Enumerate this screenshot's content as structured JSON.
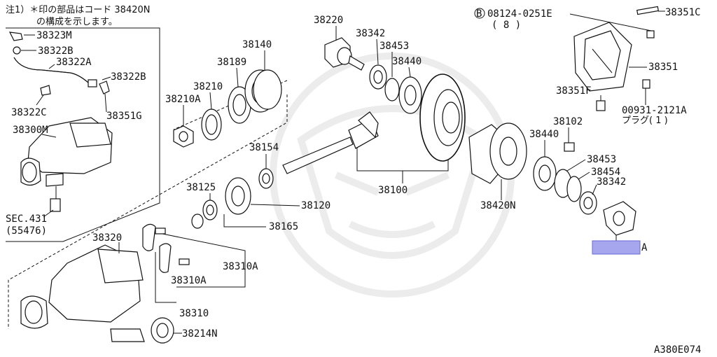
{
  "note": {
    "line1": "注1）＊印の部品はコード 38420N",
    "line2": "の構成を示します。"
  },
  "labels": {
    "p38323M": "38323M",
    "p38322B_a": "38322B",
    "p38322A": "38322A",
    "p38322B_b": "38322B",
    "p38322C": "38322C",
    "p38351G": "38351G",
    "p38300M": "38300M",
    "sec_a": "SEC.431",
    "sec_b": "(55476)",
    "p38220": "38220",
    "p38342_top": "38342",
    "p38453_top": "38453",
    "p38440_top": "38440",
    "p38140": "38140",
    "p38189": "38189",
    "p38210": "38210",
    "p38210A": "38210A",
    "p38154": "38154",
    "p38100": "38100",
    "p38125": "38125",
    "p38120": "38120",
    "p38165": "38165",
    "p38320": "38320",
    "p38310A_a": "38310A",
    "p38310A_b": "38310A",
    "p38310": "38310",
    "p38214N": "38214N",
    "bolt_code": "08124-0251E",
    "bolt_circle": "B",
    "bolt_qty": "( 8 )",
    "p38351C": "38351C",
    "p38351": "38351",
    "p38351F": "38351F",
    "plug_code": "00931-2121A",
    "plug_name": "プラグ( 1 )",
    "p38102": "38102",
    "p38440_right": "38440",
    "p38453_right": "38453",
    "p38454": "38454",
    "p38342_right": "38342",
    "p38420N": "38420N",
    "marker_a": "A",
    "figure_code": "A380E074"
  },
  "colors": {
    "highlight_fill": "#a6a6ef",
    "highlight_stroke": "#6b6bd6",
    "line": "#111111"
  }
}
